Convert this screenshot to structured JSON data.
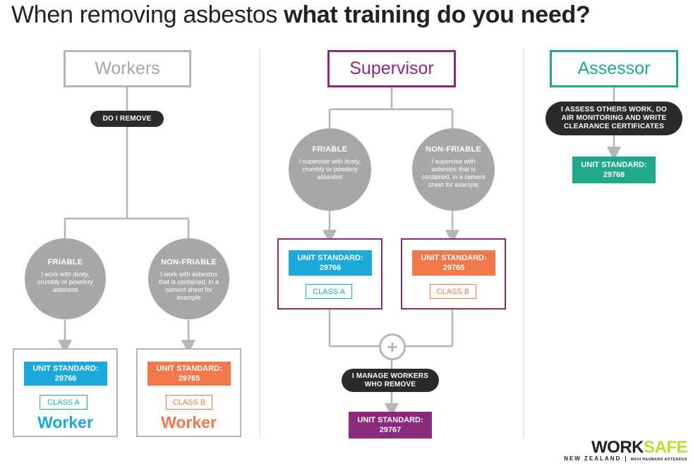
{
  "title": {
    "regular": "When removing asbestos",
    "bold": "what training do you need?"
  },
  "colors": {
    "purple": "#8a2a7c",
    "blue": "#1ba9da",
    "orange": "#f0784b",
    "teal": "#21a88b",
    "gray": "#a7a7a7",
    "line": "#b5b5b5",
    "pill": "#2b2b2b"
  },
  "workers": {
    "header": "Workers",
    "question": "DO I REMOVE",
    "friable": {
      "title": "FRIABLE",
      "desc": "I work with dusty, crumbly or powdery asbestos"
    },
    "nonfriable": {
      "title": "NON-FRIABLE",
      "desc": "I work with asbestos that is contained, in a cement sheet for example"
    },
    "result_a": {
      "unit": "UNIT STANDARD:",
      "number": "29766",
      "class": "CLASS A",
      "role": "Worker"
    },
    "result_b": {
      "unit": "UNIT STANDARD:",
      "number": "29765",
      "class": "CLASS B",
      "role": "Worker"
    }
  },
  "supervisor": {
    "header": "Supervisor",
    "friable": {
      "title": "FRIABLE",
      "desc": "I supervise with dusty, crumbly or powdery asbestos"
    },
    "nonfriable": {
      "title": "NON-FRIABLE",
      "desc": "I supervise with asbestos that is contained, in a cement sheet for example"
    },
    "result_a": {
      "unit": "UNIT STANDARD:",
      "number": "29766",
      "class": "CLASS A"
    },
    "result_b": {
      "unit": "UNIT STANDARD:",
      "number": "29765",
      "class": "CLASS B"
    },
    "plus": "+",
    "manage": "I MANAGE WORKERS WHO REMOVE",
    "final": {
      "unit": "UNIT STANDARD:",
      "number": "29767"
    }
  },
  "assessor": {
    "header": "Assessor",
    "statement": "I ASSESS OTHERS WORK, DO AIR MONITORING AND WRITE CLEARANCE CERTIFICATES",
    "result": {
      "unit": "UNIT STANDARD:",
      "number": "29768"
    }
  },
  "logo": {
    "part1": "WORK",
    "part2": "SAFE",
    "sub": "NEW ZEALAND",
    "sub2": "MAHI HAUMARU AOTEAROA"
  }
}
